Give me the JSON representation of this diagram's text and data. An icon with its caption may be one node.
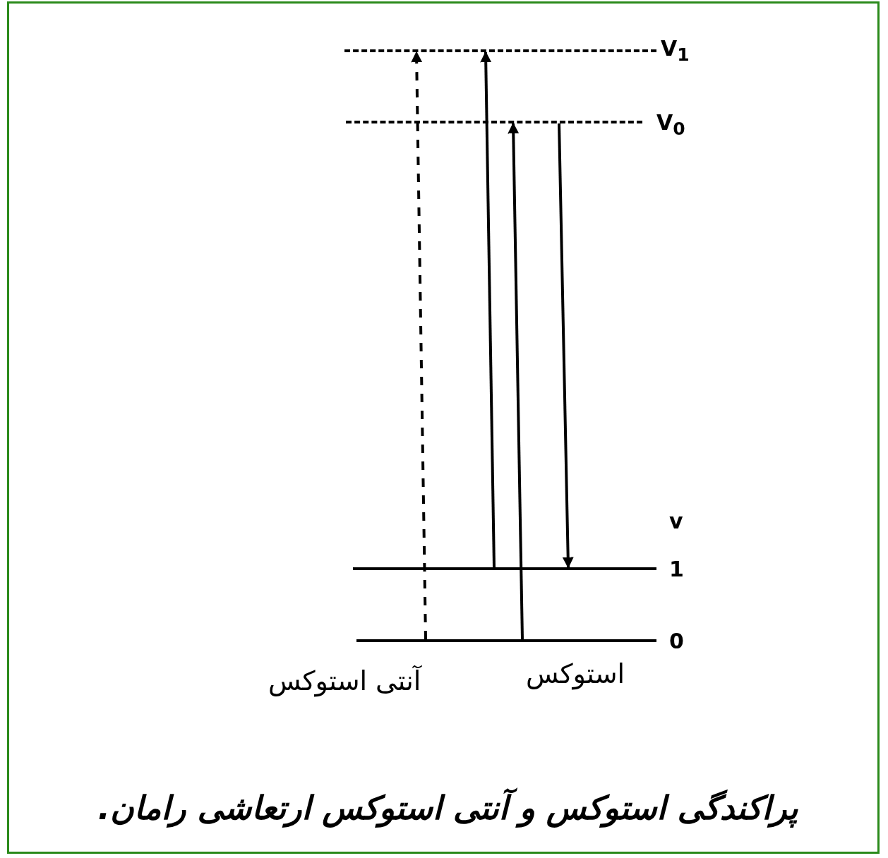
{
  "diagram": {
    "caption": "پراکندگی استوکس و آنتی استوکس ارتعاشی رامان.",
    "nodes": [
      {
        "text": [
          "V$_{1}$"
        ]
      },
      {
        "text": [
          "V$_{0}$"
        ]
      },
      {
        "text": [
          "1"
        ]
      },
      {
        "text": [
          "0"
        ]
      }
    ],
    "edges": [
      {
        "from": 3,
        "to": 0,
        "arrow": "to",
        "style": "dashed"
      },
      {
        "from": 2,
        "to": 0,
        "arrow": "to"
      },
      {
        "from": 3,
        "to": 1,
        "arrow": "to"
      },
      {
        "from": 1,
        "to": 2,
        "arrow": "to"
      }
    ],
    "labels": [
      "v",
      "آنتی استوکس",
      "استوکس"
    ]
  }
}
